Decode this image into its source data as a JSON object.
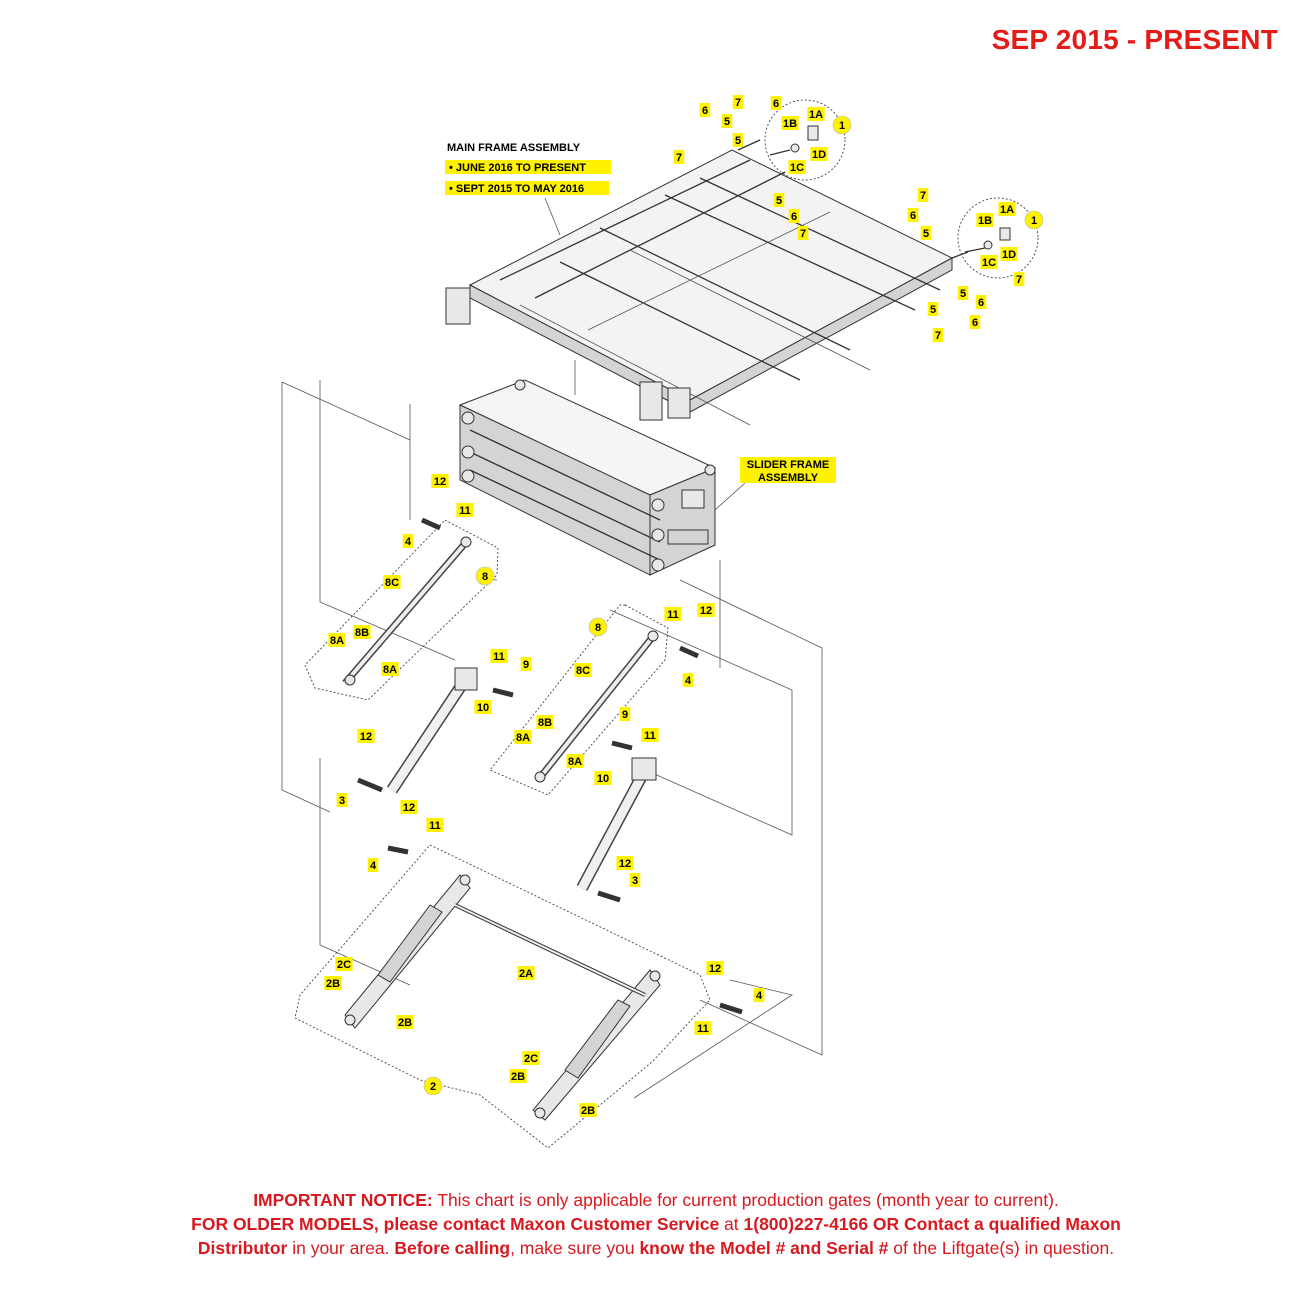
{
  "title": "SEP 2015 - PRESENT",
  "main_frame_note": {
    "heading": "MAIN FRAME ASSEMBLY",
    "items": [
      "JUNE 2016 TO PRESENT",
      "SEPT 2015 TO MAY 2016"
    ]
  },
  "slider_frame_label": [
    "SLIDER  FRAME",
    "ASSEMBLY"
  ],
  "callouts": {
    "c_1a_l": "1",
    "c_1a_r": "1",
    "c_2": "2",
    "c_8_l": "8",
    "c_8_r": "8",
    "p_1A_l": "1A",
    "p_1B_l": "1B",
    "p_1C_l": "1C",
    "p_1D_l": "1D",
    "p_1A_r": "1A",
    "p_1B_r": "1B",
    "p_1C_r": "1C",
    "p_1D_r": "1D",
    "p_6a": "6",
    "p_7a": "7",
    "p_6b": "6",
    "p_5a": "5",
    "p_5b": "5",
    "p_7b": "7",
    "p_5c": "5",
    "p_6c": "6",
    "p_7c": "7",
    "p_7d": "7",
    "p_6d": "6",
    "p_5d": "5",
    "p_5e": "5",
    "p_6e": "6",
    "p_7e": "7",
    "p_5f": "5",
    "p_6f": "6",
    "p_7f": "7",
    "p_12a": "12",
    "p_11a": "11",
    "p_4a": "4",
    "p_8C_l": "8C",
    "p_8B_l": "8B",
    "p_8A_l1": "8A",
    "p_8A_l2": "8A",
    "p_11b": "11",
    "p_9a": "9",
    "p_10a": "10",
    "p_11c": "11",
    "p_12c": "12",
    "p_4c": "4",
    "p_8C_r": "8C",
    "p_8B_r": "8B",
    "p_8A_r1": "8A",
    "p_8A_r2": "8A",
    "p_9b": "9",
    "p_11d": "11",
    "p_10b": "10",
    "p_12d": "12",
    "p_3a": "3",
    "p_12e": "12",
    "p_11e": "11",
    "p_4e": "4",
    "p_12f": "12",
    "p_3b": "3",
    "p_2C_l": "2C",
    "p_2B_l1": "2B",
    "p_2B_l2": "2B",
    "p_2A": "2A",
    "p_12g": "12",
    "p_4g": "4",
    "p_11g": "11",
    "p_2C_r": "2C",
    "p_2B_r1": "2B",
    "p_2B_r2": "2B"
  },
  "notice": {
    "l1_bold": "IMPORTANT NOTICE:",
    "l1_text": " This chart is only applicable for current production gates (month year to current).",
    "l2_bold1": "FOR OLDER MODELS, please contact Maxon Customer Service",
    "l2_text1": " at ",
    "l2_bold2": "1(800)227-4166 OR Contact a qualified Maxon",
    "l3_bold1": "Distributor",
    "l3_text1": " in your area. ",
    "l3_bold2": "Before calling",
    "l3_text2": ", make sure you ",
    "l3_bold3": "know the Model # and Serial #",
    "l3_text3": " of the Liftgate(s) in question."
  },
  "colors": {
    "title": "#e41b17",
    "notice": "#d71920",
    "highlight": "#fff200"
  }
}
